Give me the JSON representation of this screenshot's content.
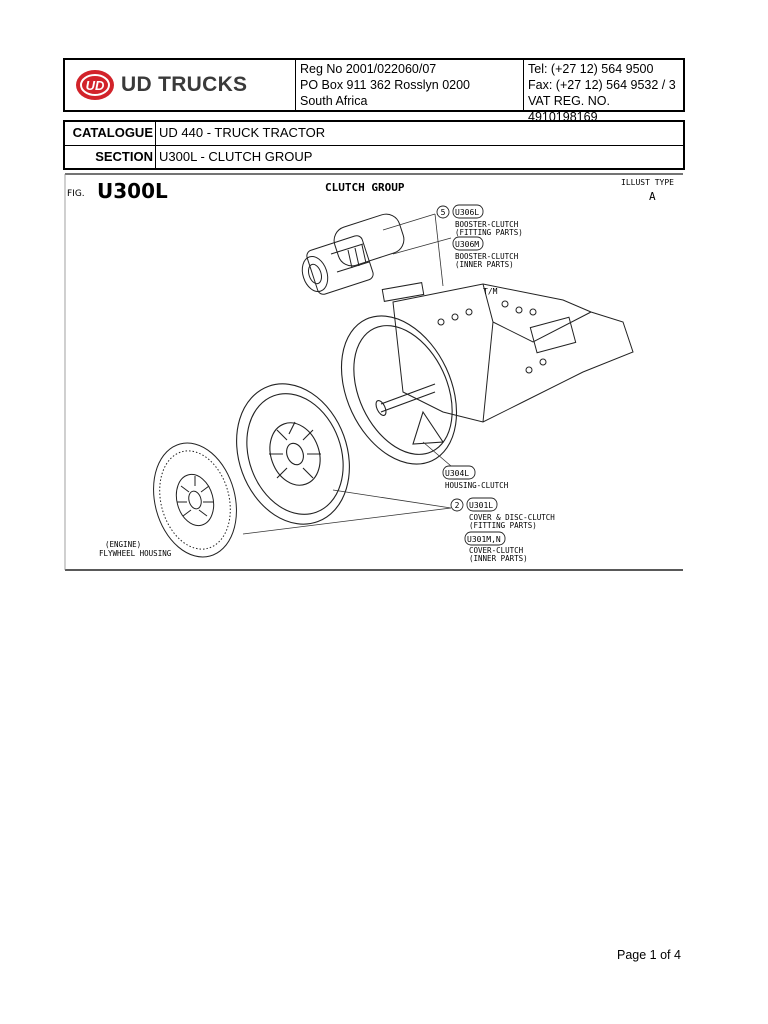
{
  "header": {
    "logo_badge": "UD",
    "logo_text": "UD TRUCKS",
    "reg_no": "Reg No 2001/022060/07",
    "po_box": "PO Box 911 362 Rosslyn 0200",
    "country": "South Africa",
    "tel": "Tel: (+27 12) 564 9500",
    "fax": "Fax: (+27 12) 564 9532 / 3",
    "vat": "VAT REG. NO. 4910198169"
  },
  "catalogue": {
    "catalogue_label": "CATALOGUE",
    "catalogue_value": "UD 440 - TRUCK TRACTOR",
    "section_label": "SECTION",
    "section_value": "U300L - CLUTCH GROUP"
  },
  "figure": {
    "fig_prefix": "FIG.",
    "fig_code": "U300L",
    "title": "CLUTCH GROUP",
    "illust_type_label": "ILLUST TYPE",
    "illust_type_value": "A",
    "tm_label": "T/M",
    "callouts": [
      {
        "num": "5",
        "code": "U306L",
        "line1": "BOOSTER-CLUTCH",
        "line2": "(FITTING PARTS)"
      },
      {
        "num": "",
        "code": "U306M",
        "line1": "BOOSTER-CLUTCH",
        "line2": "(INNER PARTS)"
      },
      {
        "num": "",
        "code": "U304L",
        "line1": "HOUSING-CLUTCH",
        "line2": ""
      },
      {
        "num": "2",
        "code": "U301L",
        "line1": "COVER & DISC-CLUTCH",
        "line2": "(FITTING PARTS)"
      },
      {
        "num": "",
        "code": "U301M,N",
        "line1": "COVER-CLUTCH",
        "line2": "(INNER PARTS)"
      }
    ],
    "engine_label": "(ENGINE)",
    "flywheel_label": "FLYWHEEL HOUSING"
  },
  "footer": {
    "page": "Page 1 of 4"
  },
  "colors": {
    "logo_red": "#d2232a",
    "logo_grey": "#3a3a3a"
  }
}
